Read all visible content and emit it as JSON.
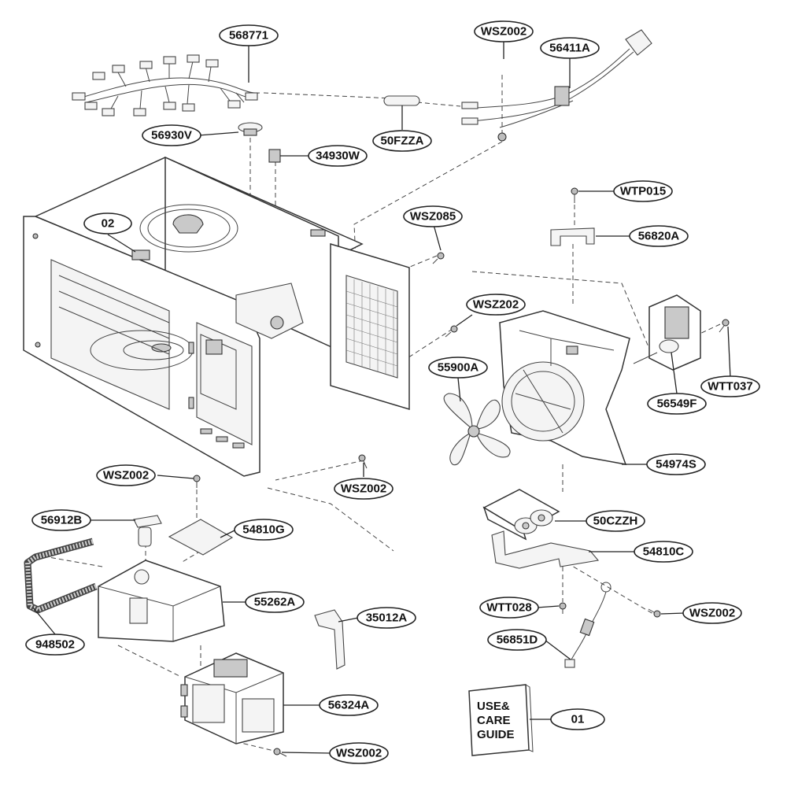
{
  "callouts": {
    "568771": "568771",
    "WSZ002_top": "WSZ002",
    "56411A": "56411A",
    "56930V": "56930V",
    "50FZZA": "50FZZA",
    "34930W": "34930W",
    "WTP015": "WTP015",
    "02": "02",
    "WSZ085": "WSZ085",
    "56820A": "56820A",
    "WSZ202": "WSZ202",
    "55900A": "55900A",
    "WTT037": "WTT037",
    "56549F": "56549F",
    "54974S": "54974S",
    "WSZ002_left": "WSZ002",
    "WSZ002_mid": "WSZ002",
    "56912B": "56912B",
    "54810G": "54810G",
    "50CZZH": "50CZZH",
    "54810C": "54810C",
    "55262A": "55262A",
    "WTT028": "WTT028",
    "WSZ002_right": "WSZ002",
    "35012A": "35012A",
    "948502": "948502",
    "56851D": "56851D",
    "56324A": "56324A",
    "01": "01",
    "WSZ002_bottom": "WSZ002"
  },
  "guide": {
    "line1": "USE&",
    "line2": "CARE",
    "line3": "GUIDE"
  }
}
